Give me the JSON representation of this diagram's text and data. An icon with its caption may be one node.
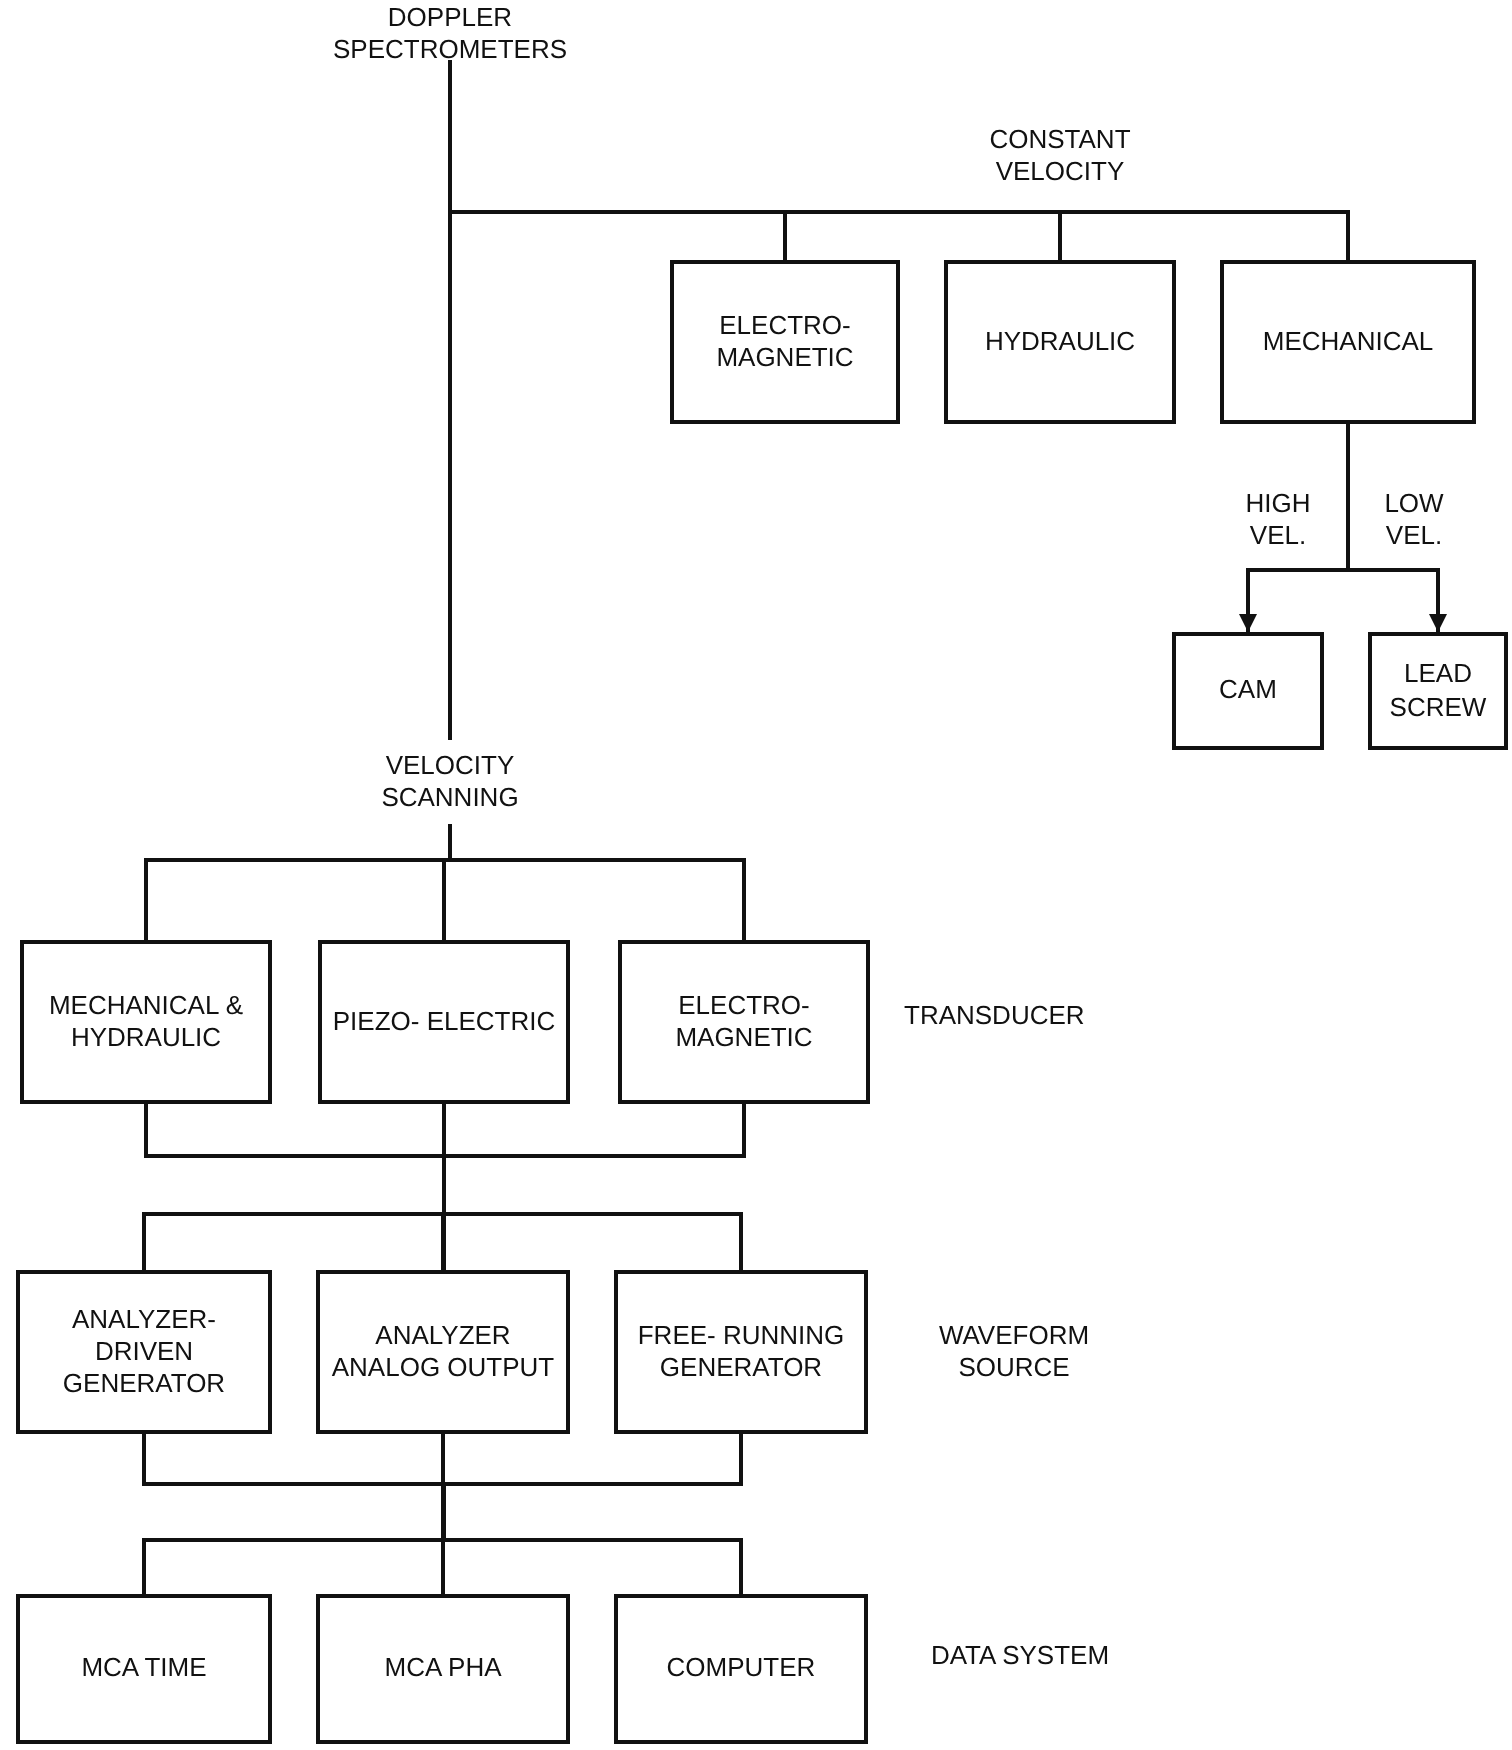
{
  "diagram": {
    "nodes": [
      {
        "text": [
          "DOPPLER SPECTROMETERS"
        ]
      },
      {
        "text": [
          "ELECTRO- MAGNETIC"
        ]
      },
      {
        "text": [
          "HYDRAULIC"
        ]
      },
      {
        "text": [
          "MECHANICAL"
        ]
      },
      {
        "text": [
          "CAM"
        ]
      },
      {
        "text": [
          "LEAD SCREW"
        ]
      },
      {
        "text": [
          "VELOCITY SCANNING"
        ]
      },
      {
        "text": [
          "MECHANICAL & HYDRAULIC"
        ]
      },
      {
        "text": [
          "PIEZO- ELECTRIC"
        ]
      },
      {
        "text": [
          "ELECTRO- MAGNETIC"
        ]
      },
      {
        "text": [
          "ANALYZER- DRIVEN GENERATOR"
        ]
      },
      {
        "text": [
          "ANALYZER ANALOG OUTPUT"
        ]
      },
      {
        "text": [
          "FREE- RUNNING GENERATOR"
        ]
      },
      {
        "text": [
          "MCA TIME"
        ]
      },
      {
        "text": [
          "MCA PHA"
        ]
      },
      {
        "text": [
          "COMPUTER"
        ]
      }
    ],
    "edges": [
      {
        "from": 0,
        "to": 1,
        "arrow": "none"
      },
      {
        "from": 0,
        "to": 2,
        "arrow": "none"
      },
      {
        "from": 0,
        "to": 3,
        "arrow": "none"
      },
      {
        "from": 3,
        "to": 4,
        "arrow": "to",
        "label": "HIGH VEL."
      },
      {
        "from": 3,
        "to": 5,
        "arrow": "to",
        "label": "LOW VEL."
      },
      {
        "from": 0,
        "to": 6,
        "arrow": "none"
      },
      {
        "from": 6,
        "to": 7,
        "arrow": "none"
      },
      {
        "from": 6,
        "to": 8,
        "arrow": "none"
      },
      {
        "from": 6,
        "to": 9,
        "arrow": "none"
      },
      {
        "from": 7,
        "to": 10,
        "arrow": "none"
      },
      {
        "from": 7,
        "to": 11,
        "arrow": "none"
      },
      {
        "from": 7,
        "to": 12,
        "arrow": "none"
      },
      {
        "from": 8,
        "to": 10,
        "arrow": "none"
      },
      {
        "from": 8,
        "to": 11,
        "arrow": "none"
      },
      {
        "from": 8,
        "to": 12,
        "arrow": "none"
      },
      {
        "from": 9,
        "to": 10,
        "arrow": "none"
      },
      {
        "from": 9,
        "to": 11,
        "arrow": "none"
      },
      {
        "from": 9,
        "to": 12,
        "arrow": "none"
      },
      {
        "from": 10,
        "to": 13,
        "arrow": "none"
      },
      {
        "from": 10,
        "to": 14,
        "arrow": "none"
      },
      {
        "from": 10,
        "to": 15,
        "arrow": "none"
      },
      {
        "from": 11,
        "to": 13,
        "arrow": "none"
      },
      {
        "from": 11,
        "to": 14,
        "arrow": "none"
      },
      {
        "from": 11,
        "to": 15,
        "arrow": "none"
      },
      {
        "from": 12,
        "to": 13,
        "arrow": "none"
      },
      {
        "from": 12,
        "to": 14,
        "arrow": "none"
      },
      {
        "from": 12,
        "to": 15,
        "arrow": "none"
      }
    ],
    "labels": [
      "CONSTANT VELOCITY",
      "TRANSDUCER",
      "WAVEFORM SOURCE",
      "DATA SYSTEM"
    ]
  }
}
